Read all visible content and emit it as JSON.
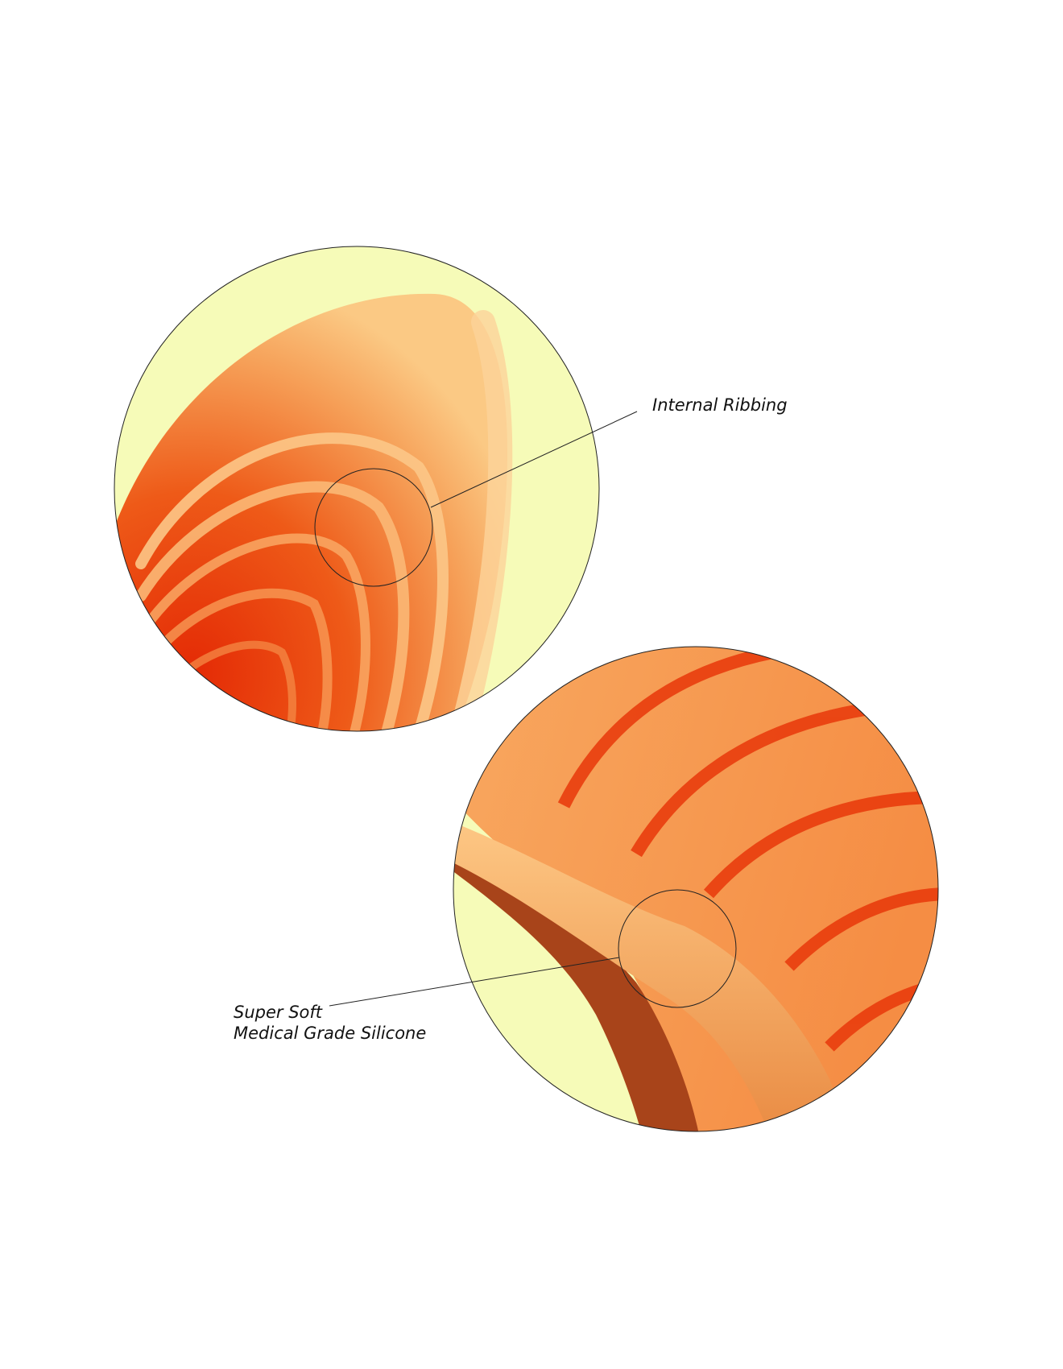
{
  "callouts": {
    "top": {
      "label": "Internal Ribbing"
    },
    "bottom": {
      "line1": "Super Soft",
      "line2": "Medical Grade Silicone"
    }
  },
  "colors": {
    "background_circle": "#f6fbb8",
    "silicone_light": "#fbc27e",
    "silicone_mid": "#f08a3c",
    "silicone_dark": "#e42a05"
  }
}
